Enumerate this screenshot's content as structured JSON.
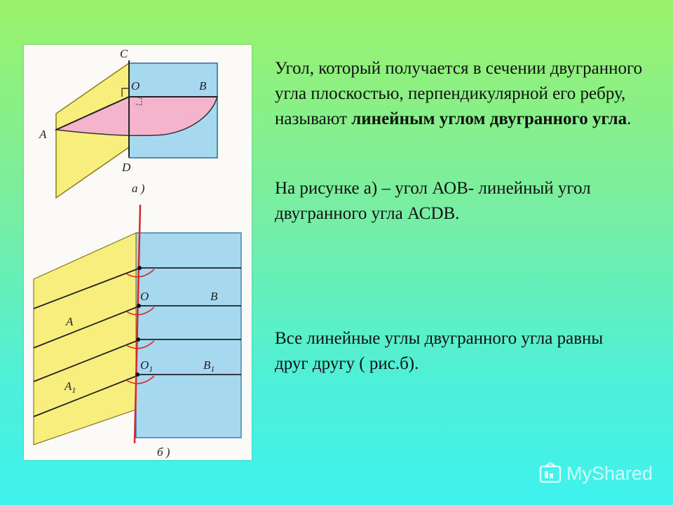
{
  "slide": {
    "paragraph1": {
      "text_before": "Угол, который получается в сечении двугранного угла плоскостью, перпендикулярной его ребру, называют ",
      "bold_text": "линейным углом двугранного угла",
      "text_after": "."
    },
    "paragraph2": "На рисунке а) – угол АОВ- линейный угол двугранного угла АСDВ.",
    "paragraph3": "Все линейные углы двугранного угла равны друг другу ( рис.б)."
  },
  "figure_a": {
    "labels": {
      "C": "C",
      "O": "O",
      "B": "B",
      "A": "A",
      "D": "D"
    },
    "caption": "а )"
  },
  "figure_b": {
    "labels": {
      "O": "O",
      "B": "B",
      "A": "A",
      "O1": "O",
      "O1_sub": "1",
      "B1": "B",
      "B1_sub": "1",
      "A1": "A",
      "A1_sub": "1"
    },
    "caption": "б )"
  },
  "colors": {
    "yellow_plane": "#f8ee7e",
    "blue_plane": "#a6d8f0",
    "pink_section": "#f4b4cc",
    "edge_red": "#d8282a"
  },
  "watermark": {
    "text": "MyShared",
    "icon": "myshared-logo-icon"
  }
}
